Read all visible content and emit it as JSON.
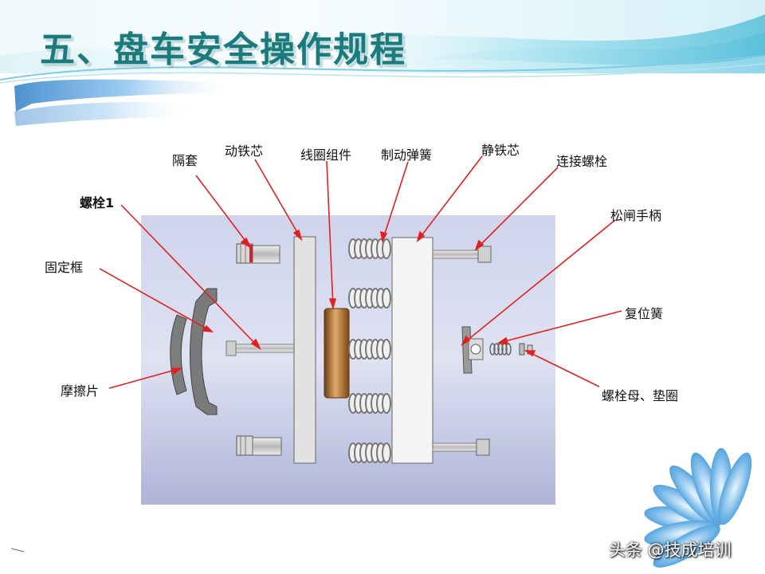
{
  "slide": {
    "title": "五、盘车安全操作规程",
    "watermark": "头条 @技成培训"
  },
  "diagram": {
    "labels": {
      "spacer": "隔套",
      "armature": "动铁芯",
      "coil": "线圈组件",
      "brake_spring": "制动弹簧",
      "stator_core": "静铁芯",
      "connecting_bolt": "连接螺栓",
      "bolt1": "螺栓1",
      "release_handle": "松闸手柄",
      "fixed_frame": "固定框",
      "return_spring": "复位簧",
      "friction_pad": "摩擦片",
      "nut_washer": "螺栓母、垫圈"
    }
  }
}
